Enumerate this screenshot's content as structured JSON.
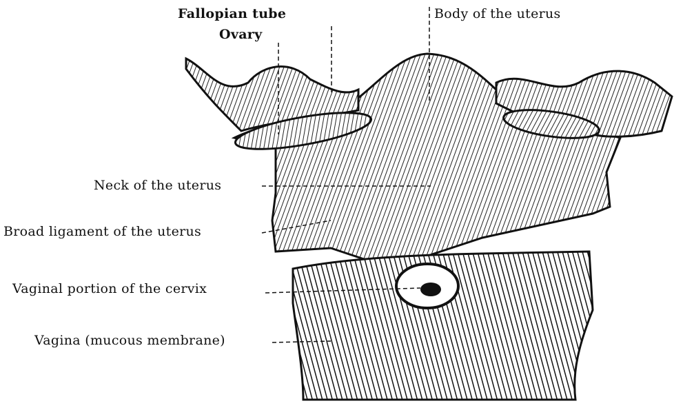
{
  "labels": {
    "fallopian_tube": "Fallopian tube",
    "ovary": "Ovary",
    "body_of_uterus": "Body of the uterus",
    "neck_of_uterus": "Neck of the uterus",
    "broad_ligament": "Broad ligament of the uterus",
    "vaginal_portion_cervix": "Vaginal portion of the cervix",
    "vagina": "Vagina (mucous membrane)"
  },
  "colors": {
    "ink": "#111111",
    "paper": "#ffffff"
  }
}
